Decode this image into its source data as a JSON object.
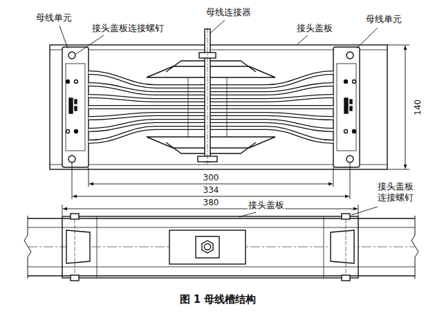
{
  "diagram": {
    "caption": "图 1 母线槽结构",
    "labels": [
      "母线单元",
      "接头盖板连接螺钉",
      "母线连接器",
      "接头盖板",
      "母线单元",
      "140",
      "300",
      "334",
      "380",
      "接头盖板",
      "接头盖板 连接螺钉"
    ]
  }
}
